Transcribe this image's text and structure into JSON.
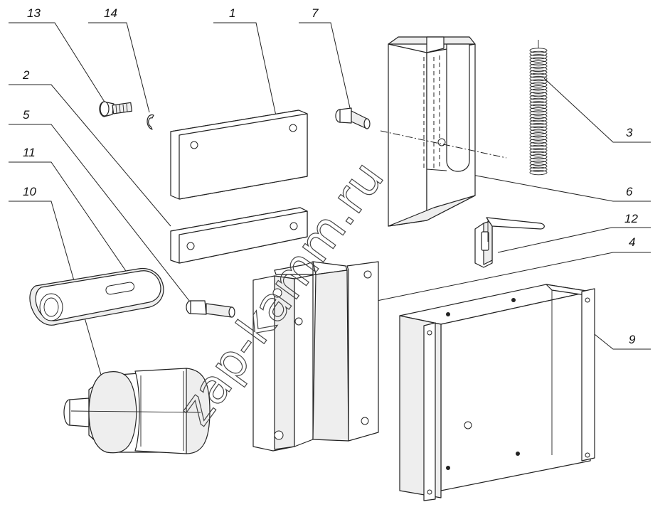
{
  "callouts": [
    {
      "id": "13",
      "label": "13"
    },
    {
      "id": "14",
      "label": "14"
    },
    {
      "id": "1",
      "label": "1"
    },
    {
      "id": "7",
      "label": "7"
    },
    {
      "id": "2",
      "label": "2"
    },
    {
      "id": "5",
      "label": "5"
    },
    {
      "id": "11",
      "label": "11"
    },
    {
      "id": "10",
      "label": "10"
    },
    {
      "id": "3",
      "label": "3"
    },
    {
      "id": "6",
      "label": "6"
    },
    {
      "id": "12",
      "label": "12"
    },
    {
      "id": "4",
      "label": "4"
    },
    {
      "id": "9",
      "label": "9"
    }
  ],
  "watermark": "zap-kamm.ru"
}
